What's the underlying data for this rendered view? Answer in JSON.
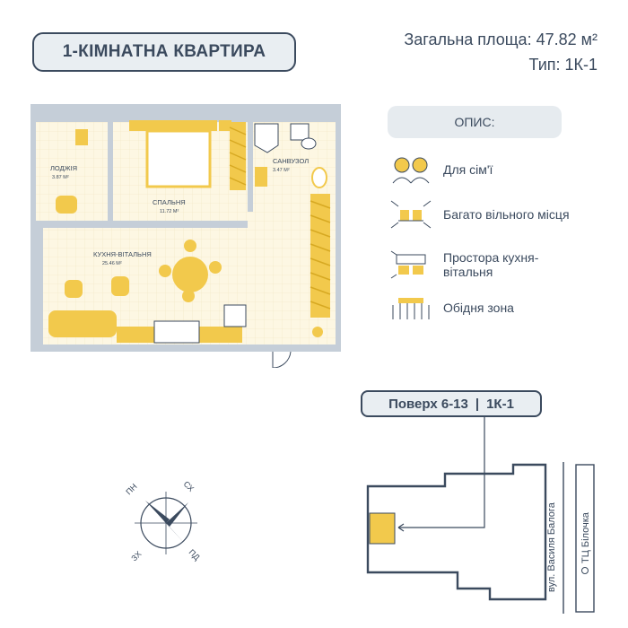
{
  "title": "1-КІМНАТНА КВАРТИРА",
  "area_text": "Загальна площа: 47.82 м²",
  "type_text": "Тип: 1К-1",
  "plan": {
    "rooms": [
      {
        "name": "ЛОДЖІЯ",
        "area": "3.87 М²"
      },
      {
        "name": "СПАЛЬНЯ",
        "area": "11.72 М²"
      },
      {
        "name": "САНВУЗОЛ",
        "area": "3.47 М²"
      },
      {
        "name": "КУХНЯ-ВІТАЛЬНЯ",
        "area": "25.46 М²"
      }
    ]
  },
  "description": {
    "header": "ОПИС:",
    "features": [
      {
        "icon": "family-icon",
        "text": "Для сім'ї"
      },
      {
        "icon": "space-icon",
        "text": "Багато вільного місця"
      },
      {
        "icon": "kitchen-living-icon",
        "text": "Простора кухня-вітальня"
      },
      {
        "icon": "dining-icon",
        "text": "Обідня зона"
      }
    ]
  },
  "floor": {
    "label": "Поверх 6-13",
    "separator": "|",
    "type": "1К-1"
  },
  "streets": {
    "street1": "вул. Василя Балога",
    "street2": "ТЦ Білочка"
  },
  "compass": {
    "nw": "ПН",
    "ne": "СХ",
    "sw": "ЗХ",
    "se": "ПД"
  },
  "colors": {
    "accent": "#f2c94c",
    "dark": "#3b4a5e",
    "wall": "#c5ced8",
    "floor": "#fdf7e3"
  }
}
